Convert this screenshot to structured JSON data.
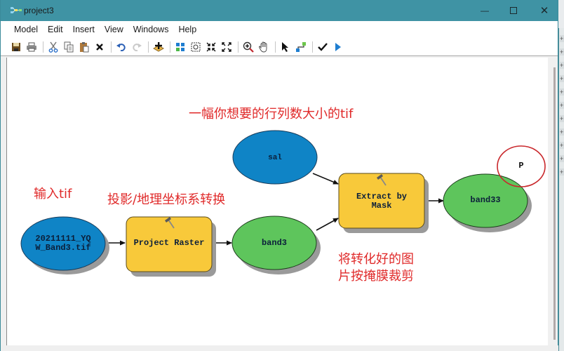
{
  "window": {
    "title": "project3",
    "controls": {
      "minimize": "—",
      "maximize": "☐",
      "close": "✕"
    }
  },
  "menubar": {
    "items": [
      {
        "label": "Model"
      },
      {
        "label": "Edit"
      },
      {
        "label": "Insert"
      },
      {
        "label": "View"
      },
      {
        "label": "Windows"
      },
      {
        "label": "Help"
      }
    ]
  },
  "toolbar": {
    "buttons": [
      {
        "name": "save-icon",
        "glyph": "💾"
      },
      {
        "name": "print-icon",
        "glyph": "🖶"
      },
      {
        "name": "cut-icon",
        "glyph": "✂"
      },
      {
        "name": "copy-icon",
        "glyph": "📄"
      },
      {
        "name": "paste-icon",
        "glyph": "📋"
      },
      {
        "name": "delete-icon",
        "glyph": "✕"
      },
      {
        "name": "undo-icon",
        "glyph": "↶"
      },
      {
        "name": "redo-icon",
        "glyph": "↷"
      },
      {
        "name": "add-data-icon",
        "glyph": "✚"
      },
      {
        "name": "auto-layout-icon",
        "glyph": "▦"
      },
      {
        "name": "full-extent-icon",
        "glyph": "⛶"
      },
      {
        "name": "zoom-in-fixed-icon",
        "glyph": "⤡"
      },
      {
        "name": "zoom-out-fixed-icon",
        "glyph": "⤢"
      },
      {
        "name": "zoom-in-icon",
        "glyph": "🔍"
      },
      {
        "name": "pan-icon",
        "glyph": "✋"
      },
      {
        "name": "select-icon",
        "glyph": "➤"
      },
      {
        "name": "connect-icon",
        "glyph": "⤴"
      },
      {
        "name": "validate-icon",
        "glyph": "✔"
      },
      {
        "name": "run-icon",
        "glyph": "▶"
      }
    ]
  },
  "diagram": {
    "nodes": [
      {
        "id": "input",
        "type": "input-data",
        "label_line1": "20211111_YQ",
        "label_line2": "W_Band3.tif",
        "color": "#0f84c6"
      },
      {
        "id": "project_raster",
        "type": "tool",
        "label": "Project Raster",
        "color": "#f8c93a"
      },
      {
        "id": "band3",
        "type": "derived-data",
        "label": "band3",
        "color": "#5ec55c"
      },
      {
        "id": "sal",
        "type": "input-data",
        "label": "sal",
        "color": "#0f84c6"
      },
      {
        "id": "extract_by_mask",
        "type": "tool",
        "label_line1": "Extract by",
        "label_line2": "Mask",
        "color": "#f8c93a"
      },
      {
        "id": "band33",
        "type": "derived-data",
        "label": "band33",
        "color": "#5ec55c"
      },
      {
        "id": "parameter_marker",
        "type": "parameter",
        "label": "P",
        "color": "#d03030"
      }
    ],
    "connections": [
      {
        "from": "input",
        "to": "project_raster"
      },
      {
        "from": "project_raster",
        "to": "band3"
      },
      {
        "from": "band3",
        "to": "extract_by_mask"
      },
      {
        "from": "sal",
        "to": "extract_by_mask"
      },
      {
        "from": "extract_by_mask",
        "to": "band33"
      }
    ]
  },
  "annotations": {
    "top_note": "一幅你想要的行列数大小的tif",
    "input_note": "输入tif",
    "projection_note": "投影/地理坐标系转换",
    "mask_note_line1": "将转化好的图",
    "mask_note_line2": "片按掩膜裁剪"
  },
  "colors": {
    "titlebar": "#3f93a4",
    "annotation_red": "#e02a2a"
  }
}
